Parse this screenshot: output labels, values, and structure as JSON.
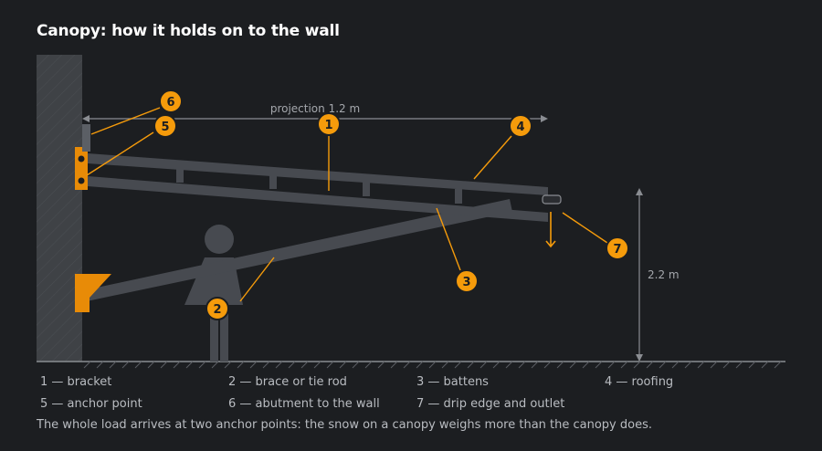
{
  "title": "Canopy: how it holds on to the wall",
  "dimensions": {
    "projection": "projection 1.2 m",
    "height": "2.2 m"
  },
  "callouts": [
    "1",
    "2",
    "3",
    "4",
    "5",
    "6",
    "7"
  ],
  "legend": [
    {
      "text": "1 — bracket"
    },
    {
      "text": "2 — brace or tie rod"
    },
    {
      "text": "3 — battens"
    },
    {
      "text": "4 — roofing"
    },
    {
      "text": "5 — anchor point"
    },
    {
      "text": "6 — abutment to the wall"
    },
    {
      "text": "7 — drip edge and outlet"
    }
  ],
  "note": "The whole load arrives at two anchor points: the snow on a canopy weighs more than the canopy does.",
  "colors": {
    "background": "#1c1e21",
    "accent": "#f59b0b",
    "structure": "#474a50",
    "wall": "#3f4246",
    "dimension": "#8a8d92"
  }
}
